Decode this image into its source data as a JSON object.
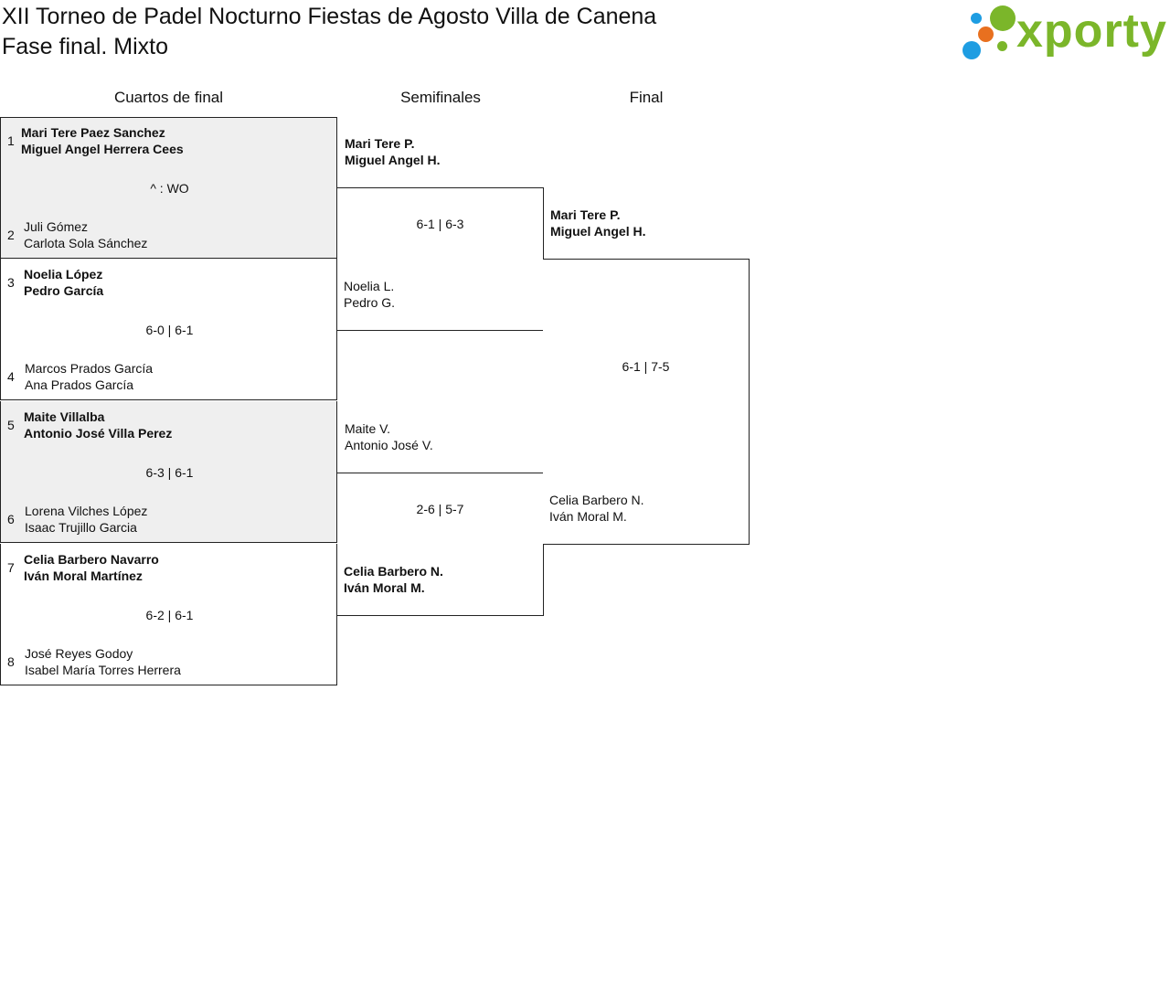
{
  "header": {
    "title": "XII Torneo de Padel Nocturno Fiestas de Agosto Villa de Canena",
    "subtitle": "Fase final. Mixto",
    "logo_text": "xporty",
    "logo_colors": {
      "green": "#7bb62a",
      "blue": "#1e9de2",
      "orange": "#e8701f"
    }
  },
  "rounds": {
    "quarterfinals": "Cuartos de final",
    "semifinals": "Semifinales",
    "final": "Final"
  },
  "quarterfinals": [
    {
      "top": {
        "seed": "1",
        "p1": "Mari Tere Paez Sanchez",
        "p2": "Miguel Angel Herrera Cees",
        "winner": true
      },
      "score": "^ : WO",
      "bottom": {
        "seed": "2",
        "p1": "Juli Gómez",
        "p2": "Carlota Sola Sánchez",
        "winner": false
      }
    },
    {
      "top": {
        "seed": "3",
        "p1": "Noelia López",
        "p2": "Pedro García",
        "winner": true
      },
      "score": "6-0 | 6-1",
      "bottom": {
        "seed": "4",
        "p1": "Marcos Prados García",
        "p2": "Ana Prados García",
        "winner": false
      }
    },
    {
      "top": {
        "seed": "5",
        "p1": "Maite Villalba",
        "p2": "Antonio José Villa Perez",
        "winner": true
      },
      "score": "6-3 | 6-1",
      "bottom": {
        "seed": "6",
        "p1": "Lorena Vilches López",
        "p2": "Isaac Trujillo Garcia",
        "winner": false
      }
    },
    {
      "top": {
        "seed": "7",
        "p1": "Celia Barbero Navarro",
        "p2": "Iván Moral Martínez",
        "winner": true
      },
      "score": "6-2 | 6-1",
      "bottom": {
        "seed": "8",
        "p1": "José Reyes Godoy",
        "p2": "Isabel María Torres Herrera",
        "winner": false
      }
    }
  ],
  "semifinals": [
    {
      "top": {
        "p1": "Mari Tere P.",
        "p2": "Miguel Angel H.",
        "winner": true
      },
      "score": "6-1 | 6-3",
      "bottom": {
        "p1": "Noelia L.",
        "p2": "Pedro G.",
        "winner": false
      }
    },
    {
      "top": {
        "p1": "Maite V.",
        "p2": "Antonio José V.",
        "winner": false
      },
      "score": "2-6 | 5-7",
      "bottom": {
        "p1": "Celia Barbero N.",
        "p2": "Iván Moral M.",
        "winner": true
      }
    }
  ],
  "final": {
    "top": {
      "p1": "Mari Tere P.",
      "p2": "Miguel Angel H.",
      "winner": true
    },
    "score": "6-1 | 7-5",
    "bottom": {
      "p1": "Celia Barbero N.",
      "p2": "Iván Moral M.",
      "winner": false
    }
  }
}
